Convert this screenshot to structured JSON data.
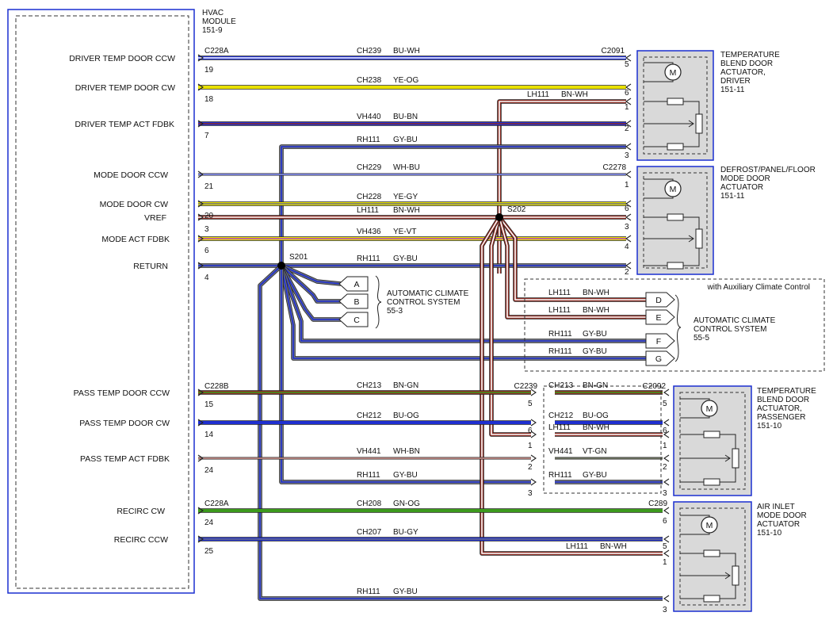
{
  "hvac_module": {
    "title_lines": [
      "HVAC",
      "MODULE",
      "151-9"
    ],
    "terminals": [
      {
        "label": "DRIVER TEMP DOOR CCW",
        "pin": "19"
      },
      {
        "label": "DRIVER TEMP DOOR CW",
        "pin": "18"
      },
      {
        "label": "DRIVER TEMP ACT FDBK",
        "pin": "7"
      },
      {
        "label": "MODE DOOR CCW",
        "pin": "21"
      },
      {
        "label": "MODE DOOR CW",
        "pin": "20"
      },
      {
        "label": "VREF",
        "pin": "3"
      },
      {
        "label": "MODE ACT FDBK",
        "pin": "6"
      },
      {
        "label": "RETURN",
        "pin": "4"
      },
      {
        "label": "PASS TEMP DOOR CCW",
        "pin": "15"
      },
      {
        "label": "PASS TEMP DOOR CW",
        "pin": "14"
      },
      {
        "label": "PASS TEMP ACT FDBK",
        "pin": "24"
      },
      {
        "label": "RECIRC CW",
        "pin": "24"
      },
      {
        "label": "RECIRC CCW",
        "pin": "25"
      }
    ]
  },
  "connectors": {
    "c228a_top": "C228A",
    "c228b": "C228B",
    "c228a_bottom": "C228A",
    "c2091": "C2091",
    "c2278": "C2278",
    "c2239": "C2239",
    "c2092": "C2092",
    "c289": "C289"
  },
  "splices": {
    "s201": "S201",
    "s202": "S202"
  },
  "circuits": [
    {
      "circuit": "CH239",
      "color": "BU-WH"
    },
    {
      "circuit": "CH238",
      "color": "YE-OG"
    },
    {
      "circuit": "LH111",
      "color": "BN-WH"
    },
    {
      "circuit": "VH440",
      "color": "BU-BN"
    },
    {
      "circuit": "RH111",
      "color": "GY-BU"
    },
    {
      "circuit": "CH229",
      "color": "WH-BU"
    },
    {
      "circuit": "CH228",
      "color": "YE-GY"
    },
    {
      "circuit": "LH111",
      "color": "BN-WH"
    },
    {
      "circuit": "VH436",
      "color": "YE-VT"
    },
    {
      "circuit": "RH111",
      "color": "GY-BU"
    },
    {
      "circuit": "LH111",
      "color": "BN-WH"
    },
    {
      "circuit": "LH111",
      "color": "BN-WH"
    },
    {
      "circuit": "RH111",
      "color": "GY-BU"
    },
    {
      "circuit": "RH111",
      "color": "GY-BU"
    },
    {
      "circuit": "CH213",
      "color": "BN-GN"
    },
    {
      "circuit": "CH213",
      "color": "BN-GN"
    },
    {
      "circuit": "CH212",
      "color": "BU-OG"
    },
    {
      "circuit": "CH212",
      "color": "BU-OG"
    },
    {
      "circuit": "LH111",
      "color": "BN-WH"
    },
    {
      "circuit": "VH441",
      "color": "WH-BN"
    },
    {
      "circuit": "VH441",
      "color": "VT-GN"
    },
    {
      "circuit": "RH111",
      "color": "GY-BU"
    },
    {
      "circuit": "RH111",
      "color": "GY-BU"
    },
    {
      "circuit": "CH208",
      "color": "GN-OG"
    },
    {
      "circuit": "CH207",
      "color": "BU-GY"
    },
    {
      "circuit": "LH111",
      "color": "BN-WH"
    },
    {
      "circuit": "RH111",
      "color": "GY-BU"
    }
  ],
  "pins": {
    "c2091": [
      "5",
      "6",
      "1",
      "2",
      "3"
    ],
    "c2278": [
      "1",
      "6",
      "3",
      "4",
      "2"
    ],
    "c2239": [
      "5",
      "6",
      "1",
      "2",
      "3"
    ],
    "c2092": [
      "5",
      "6",
      "1",
      "2",
      "3"
    ],
    "c289": [
      "6",
      "5",
      "1",
      "3"
    ]
  },
  "components": {
    "driver_actuator": [
      "TEMPERATURE",
      "BLEND DOOR",
      "ACTUATOR,",
      "DRIVER",
      "151-11"
    ],
    "mode_actuator": [
      "DEFROST/PANEL/FLOOR",
      "MODE DOOR",
      "ACTUATOR",
      "151-11"
    ],
    "pass_actuator": [
      "TEMPERATURE",
      "BLEND DOOR",
      "ACTUATOR,",
      "PASSENGER",
      "151-10"
    ],
    "air_inlet_actuator": [
      "AIR INLET",
      "MODE DOOR",
      "ACTUATOR",
      "151-10"
    ],
    "acc_system_1": [
      "AUTOMATIC CLIMATE",
      "CONTROL SYSTEM",
      "55-3"
    ],
    "acc_system_2": [
      "AUTOMATIC CLIMATE",
      "CONTROL SYSTEM",
      "55-5"
    ],
    "aux_note": "with Auxiliary Climate Control",
    "motor_symbol": "M"
  },
  "tags": [
    "A",
    "B",
    "C",
    "D",
    "E",
    "F",
    "G"
  ],
  "wire_colors": {
    "BU": "#1f2fd0",
    "YE": "#e8e000",
    "BN": "#8b2d24",
    "GY": "#6b6f80",
    "WH": "#ffffff",
    "GN": "#3c9a1c",
    "VT": "#b040c0",
    "outline": "#222222"
  }
}
